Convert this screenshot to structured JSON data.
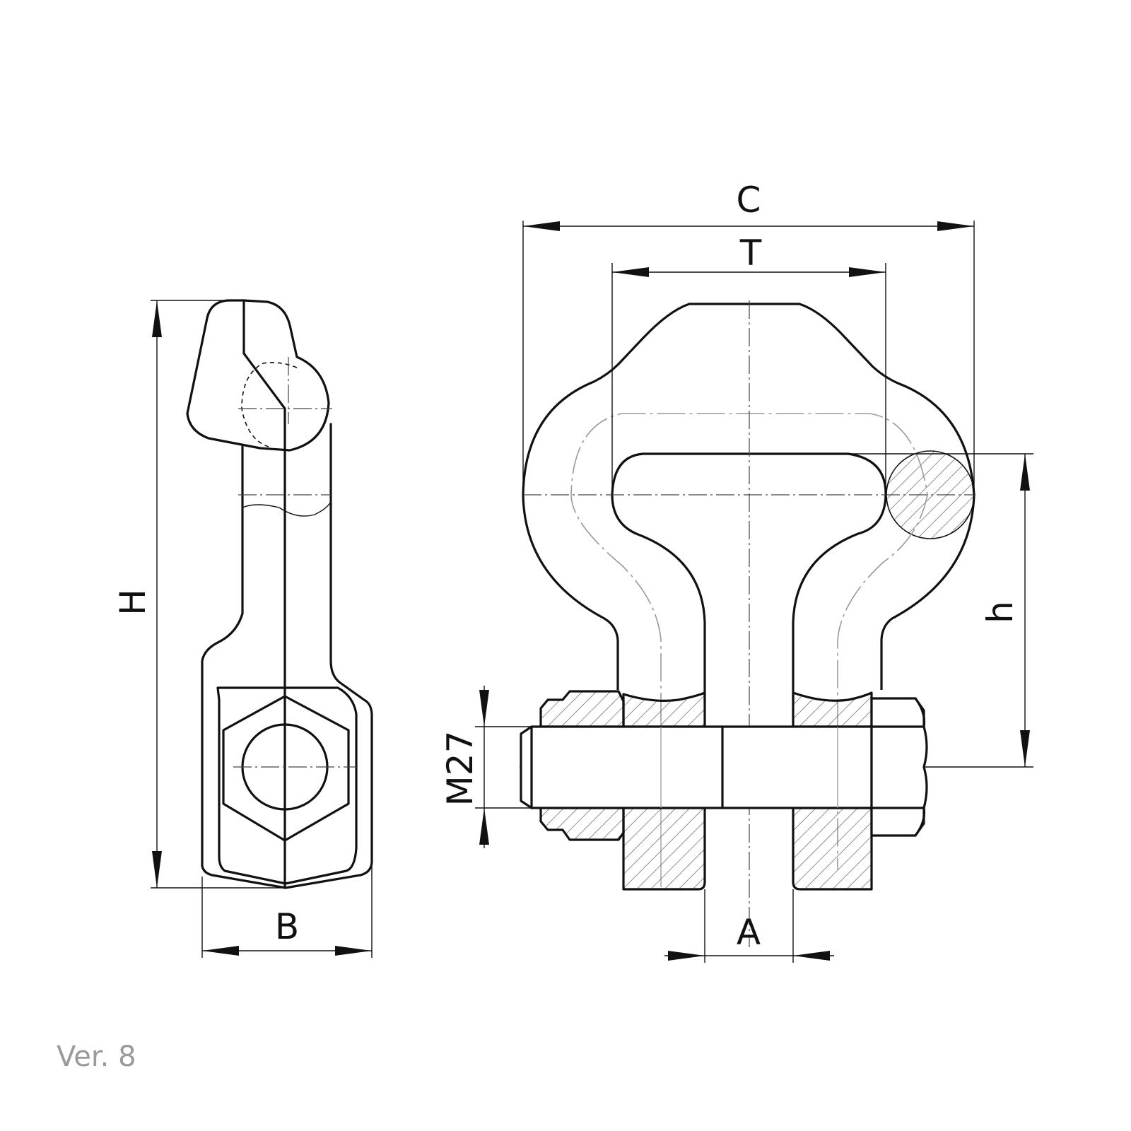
{
  "labels": {
    "C": "C",
    "T": "T",
    "H": "H",
    "B": "B",
    "A": "A",
    "h": "h",
    "thread": "M27"
  },
  "version": "Ver. 8",
  "colors": {
    "line": "#111111",
    "hidden": "#999999",
    "version_text": "#9a9a9a"
  }
}
